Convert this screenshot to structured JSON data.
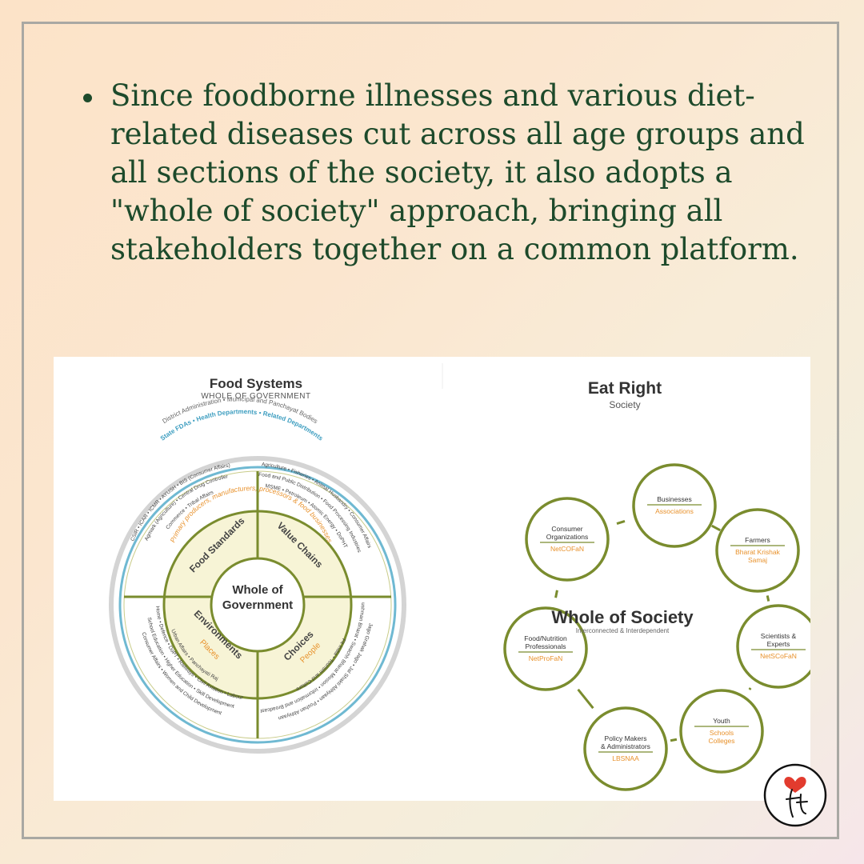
{
  "paragraph": "Since foodborne illnesses and various diet-related diseases cut across all age groups and all sections of the society, it also adopts a \"whole of society\" approach, bringing all stakeholders together on a common platform.",
  "left_diagram": {
    "title": "Food Systems",
    "subtitle": "WHOLE OF GOVERNMENT",
    "center_line1": "Whole of",
    "center_line2": "Government",
    "outer_ring_text": "District Administration • Municipal and Panchayat Bodies",
    "blue_ring_text": "State FDAs • Health Departments • Related Departments",
    "inner_ring_text": "Primary producers, manufacturers, processors & food businesses",
    "quadrants": [
      {
        "label": "Food Standards",
        "sub": ""
      },
      {
        "label": "Value Chains",
        "sub": ""
      },
      {
        "label": "Environments",
        "sub": "Places"
      },
      {
        "label": "Choices",
        "sub": "People"
      }
    ],
    "ministry_blocks": {
      "top_left": [
        "CSIR • ICAR • ICMR • AYUSH • BIS (Consumer Affairs)",
        "Agmark (Agriculture) • Central Drug Controller",
        "Commerce • Tribal Affairs"
      ],
      "top_right": [
        "Agriculture • Fisheries • Animal Husbandry • Consumer Affairs",
        "Food and Public Distribution • Food Processing Industries",
        "MSME • Petroleum • Atomic Energy • DoPHT"
      ],
      "bottom_left": [
        "Consumer Affairs • Women and Child Development",
        "School Education • Higher Education • Skill Development",
        "Home • Defence • DoPT • Railways • Civil Aviation • Labour",
        "Urban Affairs • Panchayati Raj"
      ],
      "bottom_right": [
        "Jago Grahak Jago • Jal Shakti Abhiyaan • Poshan Abhiyaan",
        "Ayushman Bharat • Swachh Bharat Mission • Information and Broadcasting",
        "Fit India • Tourism and Culture"
      ]
    }
  },
  "right_diagram": {
    "title": "Eat Right",
    "subtitle": "Society",
    "center_title": "Whole of Society",
    "center_subtitle": "Interconnected & Interdependent",
    "nodes": [
      {
        "name": [
          "Businesses"
        ],
        "org": [
          "Associations"
        ]
      },
      {
        "name": [
          "Farmers"
        ],
        "org": [
          "Bharat Krishak",
          "Samaj"
        ]
      },
      {
        "name": [
          "Scientists &",
          "Experts"
        ],
        "org": [
          "NetSCoFaN"
        ]
      },
      {
        "name": [
          "Youth"
        ],
        "org": [
          "Schools",
          "Colleges"
        ]
      },
      {
        "name": [
          "Policy Makers",
          "& Administrators"
        ],
        "org": [
          "LBSNAA"
        ]
      },
      {
        "name": [
          "Food/Nutrition",
          "Professionals"
        ],
        "org": [
          "NetProFaN"
        ]
      },
      {
        "name": [
          "Consumer",
          "Organizations"
        ],
        "org": [
          "NetCOFaN"
        ]
      }
    ]
  },
  "colors": {
    "text_green": "#1d4a2b",
    "ring_green": "#7a8c2e",
    "orange": "#e8912b",
    "blue": "#4eb0cc",
    "logo_red": "#e23b2e"
  }
}
